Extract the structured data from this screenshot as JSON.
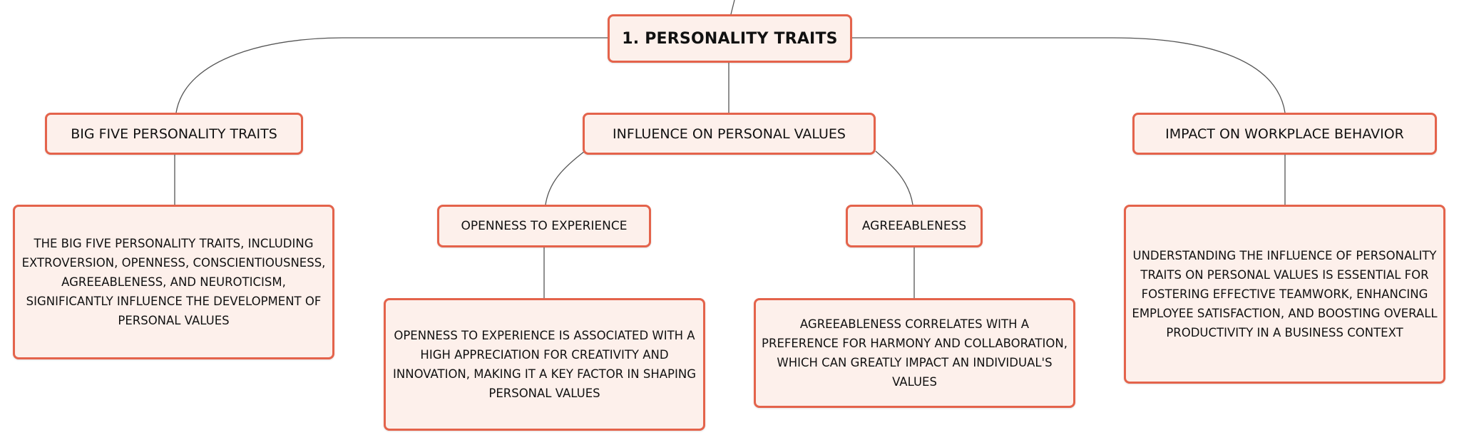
{
  "root": {
    "label": "1. PERSONALITY TRAITS"
  },
  "branches": [
    {
      "label": "BIG FIVE PERSONALITY TRAITS",
      "description": "THE BIG FIVE PERSONALITY TRAITS, INCLUDING EXTROVERSION, OPENNESS, CONSCIENTIOUSNESS, AGREEABLENESS, AND NEUROTICISM, SIGNIFICANTLY INFLUENCE THE DEVELOPMENT OF PERSONAL VALUES"
    },
    {
      "label": "INFLUENCE ON PERSONAL VALUES",
      "children": [
        {
          "label": "OPENNESS TO EXPERIENCE",
          "description": "OPENNESS TO EXPERIENCE IS ASSOCIATED WITH A HIGH APPRECIATION FOR CREATIVITY AND INNOVATION, MAKING IT A KEY FACTOR IN SHAPING PERSONAL VALUES"
        },
        {
          "label": "AGREEABLENESS",
          "description": "AGREEABLENESS CORRELATES WITH A PREFERENCE FOR HARMONY AND COLLABORATION, WHICH CAN GREATLY IMPACT AN INDIVIDUAL'S VALUES"
        }
      ]
    },
    {
      "label": "IMPACT ON WORKPLACE BEHAVIOR",
      "description": "UNDERSTANDING THE INFLUENCE OF PERSONALITY TRAITS ON PERSONAL VALUES IS ESSENTIAL FOR FOSTERING EFFECTIVE TEAMWORK, ENHANCING EMPLOYEE SATISFACTION, AND BOOSTING OVERALL PRODUCTIVITY IN A BUSINESS CONTEXT"
    }
  ],
  "colors": {
    "node_border": "#e4634b",
    "node_fill": "#fdf0eb",
    "connector": "#555555"
  }
}
